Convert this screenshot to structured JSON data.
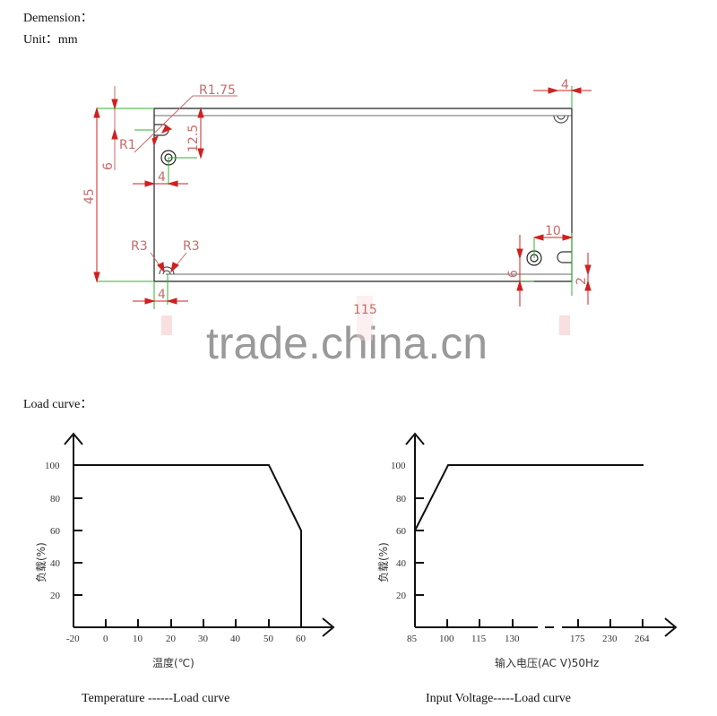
{
  "header": {
    "dimension_label": "Demension：",
    "unit_label": "Unit：mm"
  },
  "drawing": {
    "dimensions": {
      "height": "45",
      "length": "115",
      "left_offset_6": "6",
      "slot_depth": "12.5",
      "hole_offset_left": "4",
      "bottom_offset_left": "4",
      "top_right_offset": "4",
      "right_slot_width": "10",
      "right_hole_height": "6",
      "right_edge_height": "2",
      "radius_top_large": "R1.75",
      "radius_top_small": "R1",
      "radius_bottom_left": "R3",
      "radius_bottom_right": "R3"
    },
    "colors": {
      "outline": "#222222",
      "dimension": "#d02020",
      "extension": "#30b030",
      "dim_text": "#c86a6a"
    }
  },
  "watermark": "trade.china.cn",
  "load_curve_label": "Load curve：",
  "chart_data": [
    {
      "type": "line",
      "title": "Temperature ------Load curve",
      "xlabel": "温度(℃)",
      "ylabel": "负载(%)",
      "x_ticks": [
        "-20",
        "0",
        "10",
        "20",
        "30",
        "40",
        "50",
        "60"
      ],
      "y_ticks": [
        "20",
        "40",
        "60",
        "80",
        "100"
      ],
      "x": [
        -20,
        50,
        60,
        60
      ],
      "y": [
        100,
        100,
        60,
        0
      ],
      "xlim": [
        -20,
        70
      ],
      "ylim": [
        0,
        100
      ],
      "grid": false
    },
    {
      "type": "line",
      "title": "Input Voltage-----Load curve",
      "xlabel": "输入电压(AC V)50Hz",
      "ylabel": "负载(%)",
      "x_ticks": [
        "85",
        "100",
        "115",
        "130",
        "175",
        "230",
        "264"
      ],
      "y_ticks": [
        "20",
        "40",
        "60",
        "80",
        "100"
      ],
      "x": [
        85,
        100,
        264
      ],
      "y": [
        60,
        100,
        100
      ],
      "axis_break": "between 130 and 175",
      "ylim": [
        0,
        100
      ],
      "grid": false
    }
  ],
  "captions": {
    "temperature": "Temperature ------Load curve",
    "voltage": "Input Voltage-----Load curve"
  }
}
